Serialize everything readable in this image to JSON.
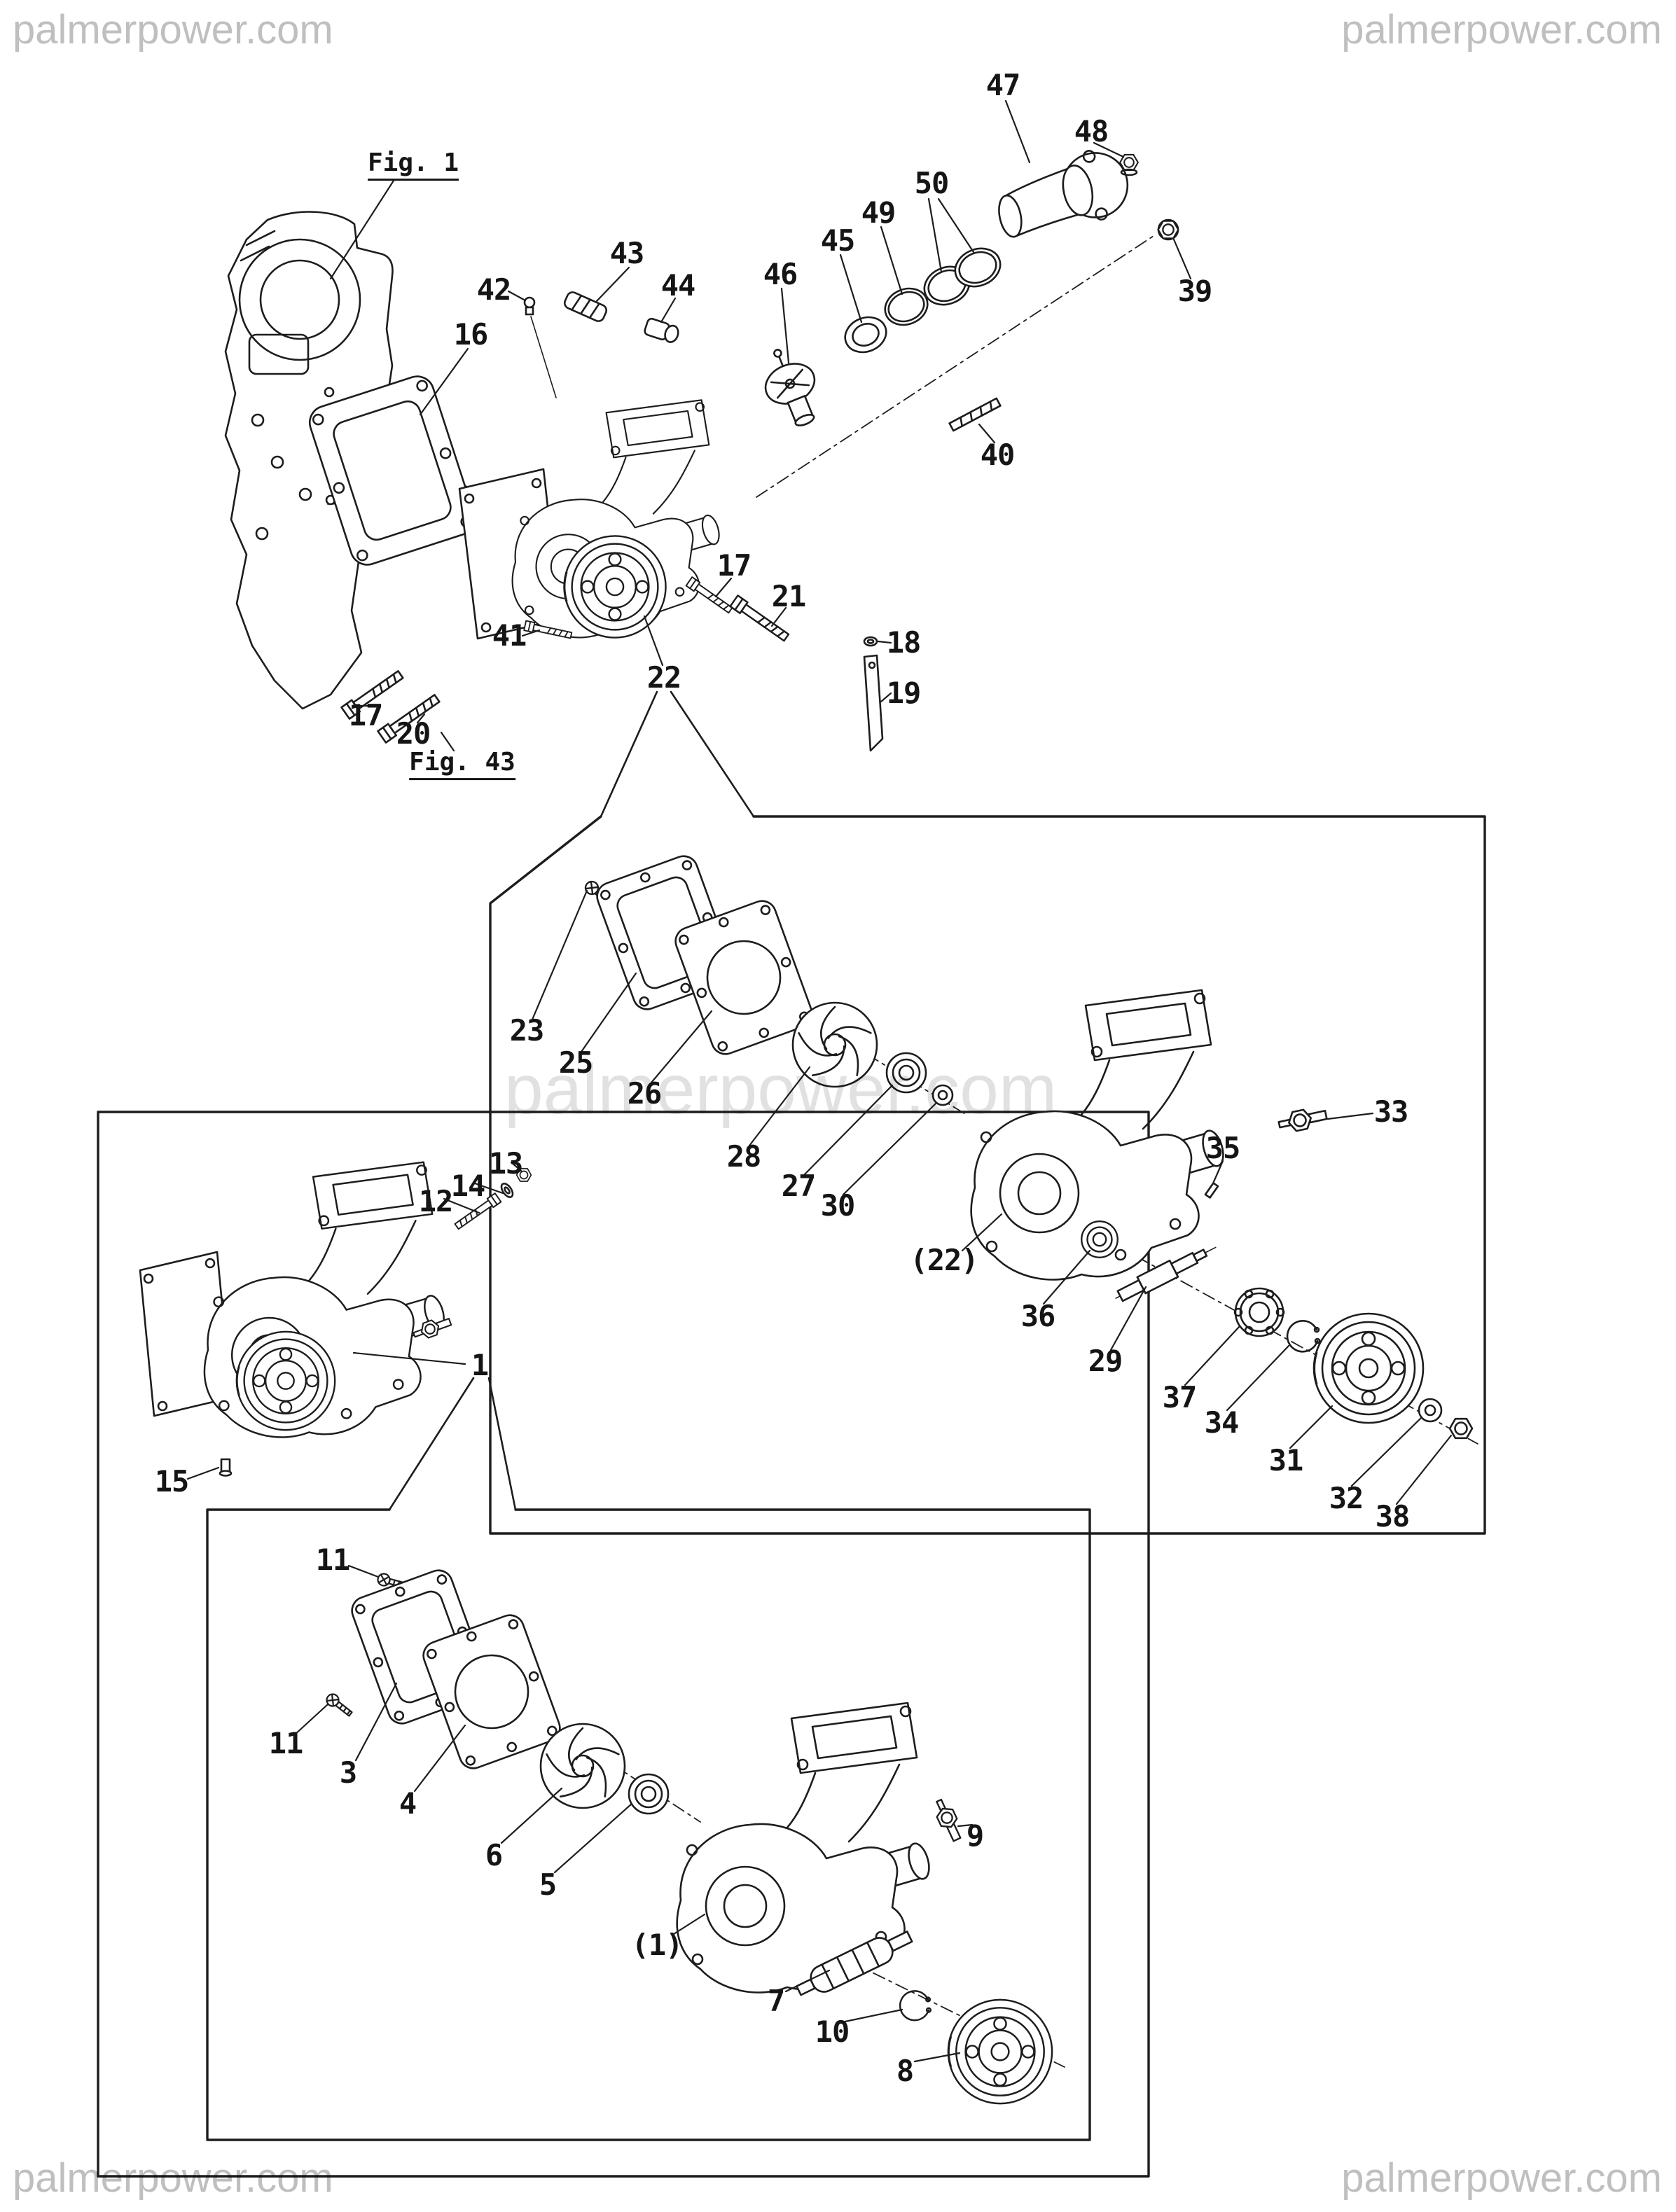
{
  "page": {
    "background": "#ffffff"
  },
  "colors": {
    "line": "#1d1d1d",
    "watermark": "#bfbfbf"
  },
  "watermarks": [
    {
      "id": "top-left",
      "text": "palmerpower.com"
    },
    {
      "id": "top-right",
      "text": "palmerpower.com"
    },
    {
      "id": "center",
      "text": "palmerpower.com"
    },
    {
      "id": "bottom-left",
      "text": "palmerpower.com"
    },
    {
      "id": "bottom-right",
      "text": "palmerpower.com"
    }
  ],
  "figure_refs": {
    "fig1": "Fig. 1",
    "fig43": "Fig. 43"
  },
  "callouts": [
    {
      "label": "47"
    },
    {
      "label": "48"
    },
    {
      "label": "50"
    },
    {
      "label": "49"
    },
    {
      "label": "45"
    },
    {
      "label": "46"
    },
    {
      "label": "39"
    },
    {
      "label": "43"
    },
    {
      "label": "42"
    },
    {
      "label": "44"
    },
    {
      "label": "16"
    },
    {
      "label": "40"
    },
    {
      "label": "17"
    },
    {
      "label": "21"
    },
    {
      "label": "18"
    },
    {
      "label": "19"
    },
    {
      "label": "41"
    },
    {
      "label": "22"
    },
    {
      "label": "17"
    },
    {
      "label": "20"
    },
    {
      "label": "23"
    },
    {
      "label": "25"
    },
    {
      "label": "26"
    },
    {
      "label": "28"
    },
    {
      "label": "27"
    },
    {
      "label": "30"
    },
    {
      "label": "(22)"
    },
    {
      "label": "33"
    },
    {
      "label": "35"
    },
    {
      "label": "36"
    },
    {
      "label": "29"
    },
    {
      "label": "37"
    },
    {
      "label": "34"
    },
    {
      "label": "31"
    },
    {
      "label": "32"
    },
    {
      "label": "38"
    },
    {
      "label": "12"
    },
    {
      "label": "14"
    },
    {
      "label": "13"
    },
    {
      "label": "1"
    },
    {
      "label": "15"
    },
    {
      "label": "11"
    },
    {
      "label": "11"
    },
    {
      "label": "3"
    },
    {
      "label": "4"
    },
    {
      "label": "6"
    },
    {
      "label": "5"
    },
    {
      "label": "(1)"
    },
    {
      "label": "9"
    },
    {
      "label": "7"
    },
    {
      "label": "10"
    },
    {
      "label": "8"
    }
  ]
}
